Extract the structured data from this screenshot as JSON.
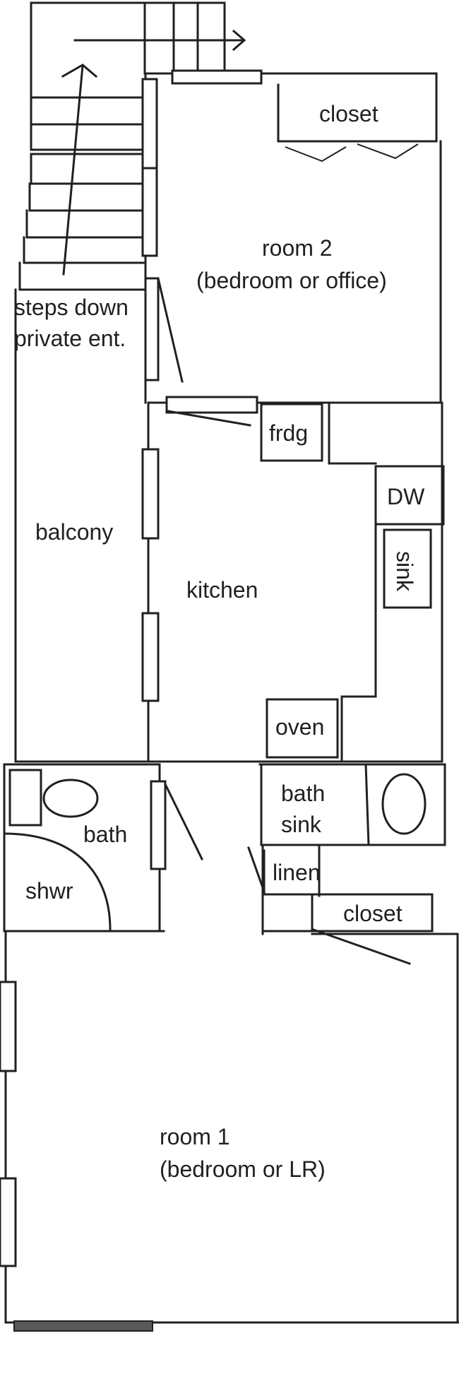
{
  "rooms": {
    "stairs_label_1": "steps down",
    "stairs_label_2": "private ent.",
    "room2_name": "room 2",
    "room2_use": "(bedroom or office)",
    "closet_top": "closet",
    "fridge": "frdg",
    "dishwasher": "DW",
    "sink": "sink",
    "balcony": "balcony",
    "kitchen": "kitchen",
    "oven": "oven",
    "bath": "bath",
    "shower": "shwr",
    "bath_sink_1": "bath",
    "bath_sink_2": "sink",
    "linen": "linen",
    "closet_bottom": "closet",
    "room1_name": "room 1",
    "room1_use": "(bedroom or LR)"
  },
  "colors": {
    "line": "#231f20",
    "background": "#ffffff"
  }
}
